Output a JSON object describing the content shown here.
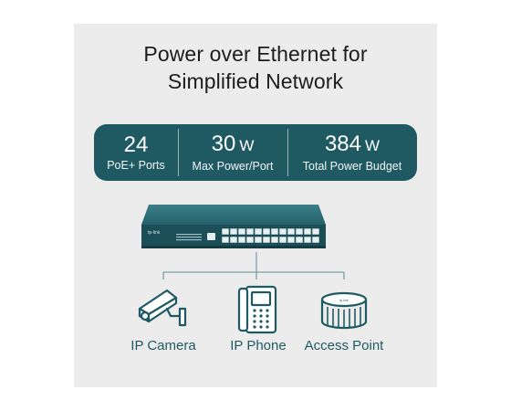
{
  "headline": {
    "line1": "Power over Ethernet for",
    "line2": "Simplified Network"
  },
  "stats": [
    {
      "value": "24",
      "unit": "",
      "label": "PoE+ Ports"
    },
    {
      "value": "30",
      "unit": "W",
      "label": "Max Power/Port"
    },
    {
      "value": "384",
      "unit": "W",
      "label": "Total Power Budget"
    }
  ],
  "switch": {
    "brand": "tp-link"
  },
  "devices": [
    {
      "label": "IP Camera",
      "icon": "ip-camera-icon"
    },
    {
      "label": "IP Phone",
      "icon": "ip-phone-icon"
    },
    {
      "label": "Access Point",
      "icon": "access-point-icon"
    }
  ],
  "colors": {
    "accent": "#1f5a63",
    "panel": "#ececed",
    "text": "#1d1d1f"
  }
}
